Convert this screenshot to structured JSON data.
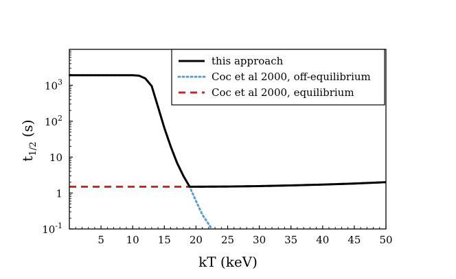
{
  "chart_data": {
    "type": "line",
    "title": "",
    "xlabel": "kT (keV)",
    "ylabel_main": "t",
    "ylabel_sub": "1/2",
    "ylabel_unit": " (s)",
    "xlim": [
      0,
      50
    ],
    "ylim": [
      0.1,
      10000
    ],
    "yscale": "log",
    "grid": false,
    "legend_position": "top-right",
    "x_ticks": [
      {
        "value": 5,
        "label": "5"
      },
      {
        "value": 10,
        "label": "10"
      },
      {
        "value": 15,
        "label": "15"
      },
      {
        "value": 20,
        "label": "20"
      },
      {
        "value": 25,
        "label": "25"
      },
      {
        "value": 30,
        "label": "30"
      },
      {
        "value": 35,
        "label": "35"
      },
      {
        "value": 40,
        "label": "40"
      },
      {
        "value": 45,
        "label": "45"
      },
      {
        "value": 50,
        "label": "50"
      }
    ],
    "y_ticks": [
      {
        "value": 0.1,
        "base": "10",
        "exp": "-1"
      },
      {
        "value": 1,
        "base": "1",
        "exp": ""
      },
      {
        "value": 10,
        "base": "10",
        "exp": ""
      },
      {
        "value": 100,
        "base": "10",
        "exp": "2"
      },
      {
        "value": 1000,
        "base": "10",
        "exp": "3"
      }
    ],
    "series": [
      {
        "name": "Coc et al 2000, equilibrium",
        "color": "#c0282d",
        "dash": "dashed",
        "x": [
          0,
          5,
          10,
          15,
          20,
          25,
          30,
          35,
          40,
          45,
          50
        ],
        "y": [
          1.5,
          1.5,
          1.5,
          1.5,
          1.5,
          1.52,
          1.56,
          1.63,
          1.72,
          1.84,
          2.0
        ]
      },
      {
        "name": "Coc et al 2000, off-equilibrium",
        "color": "#5b9bd5",
        "dash": "dotted",
        "x": [
          0,
          5,
          10,
          11,
          12,
          13,
          14,
          15,
          16,
          17,
          18,
          19,
          20,
          21,
          22.5
        ],
        "y": [
          1900,
          1900,
          1900,
          1850,
          1550,
          950,
          250,
          65,
          20,
          7,
          3,
          1.5,
          0.6,
          0.25,
          0.1
        ]
      },
      {
        "name": "this approach",
        "color": "#000000",
        "dash": "solid",
        "x": [
          0,
          5,
          10,
          11,
          12,
          13,
          14,
          15,
          16,
          17,
          18,
          19,
          20,
          25,
          30,
          35,
          40,
          45,
          50
        ],
        "y": [
          1900,
          1900,
          1900,
          1850,
          1550,
          950,
          250,
          65,
          20,
          7,
          3,
          1.5,
          1.5,
          1.52,
          1.56,
          1.63,
          1.72,
          1.84,
          2.0
        ]
      }
    ],
    "legend_order": [
      2,
      1,
      0
    ]
  }
}
